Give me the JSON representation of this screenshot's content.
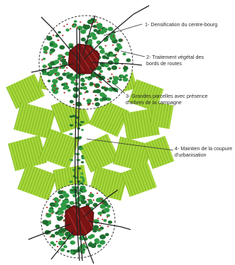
{
  "annotations": [
    {
      "id": "1",
      "lines": [
        "1- Densification du centre-bourg"
      ]
    },
    {
      "id": "2",
      "lines": [
        "2- Traitement végétal des",
        "bords de routes"
      ]
    },
    {
      "id": "3",
      "lines": [
        "3- Grandes parcelles avec présence",
        "d'arbres de la campagne"
      ]
    },
    {
      "id": "4",
      "lines": [
        "4- Maintien de la coupure",
        "d'urbanisation"
      ]
    }
  ],
  "colors": {
    "field_green": "#a6d63c",
    "field_stroke": "#7fb81e",
    "tree_green": "#2f9a45",
    "tree_dark": "#1f6e30",
    "urban": "#7a1414",
    "dot_red": "#b42a2a",
    "road": "#222222",
    "text": "#2a2a2a"
  }
}
